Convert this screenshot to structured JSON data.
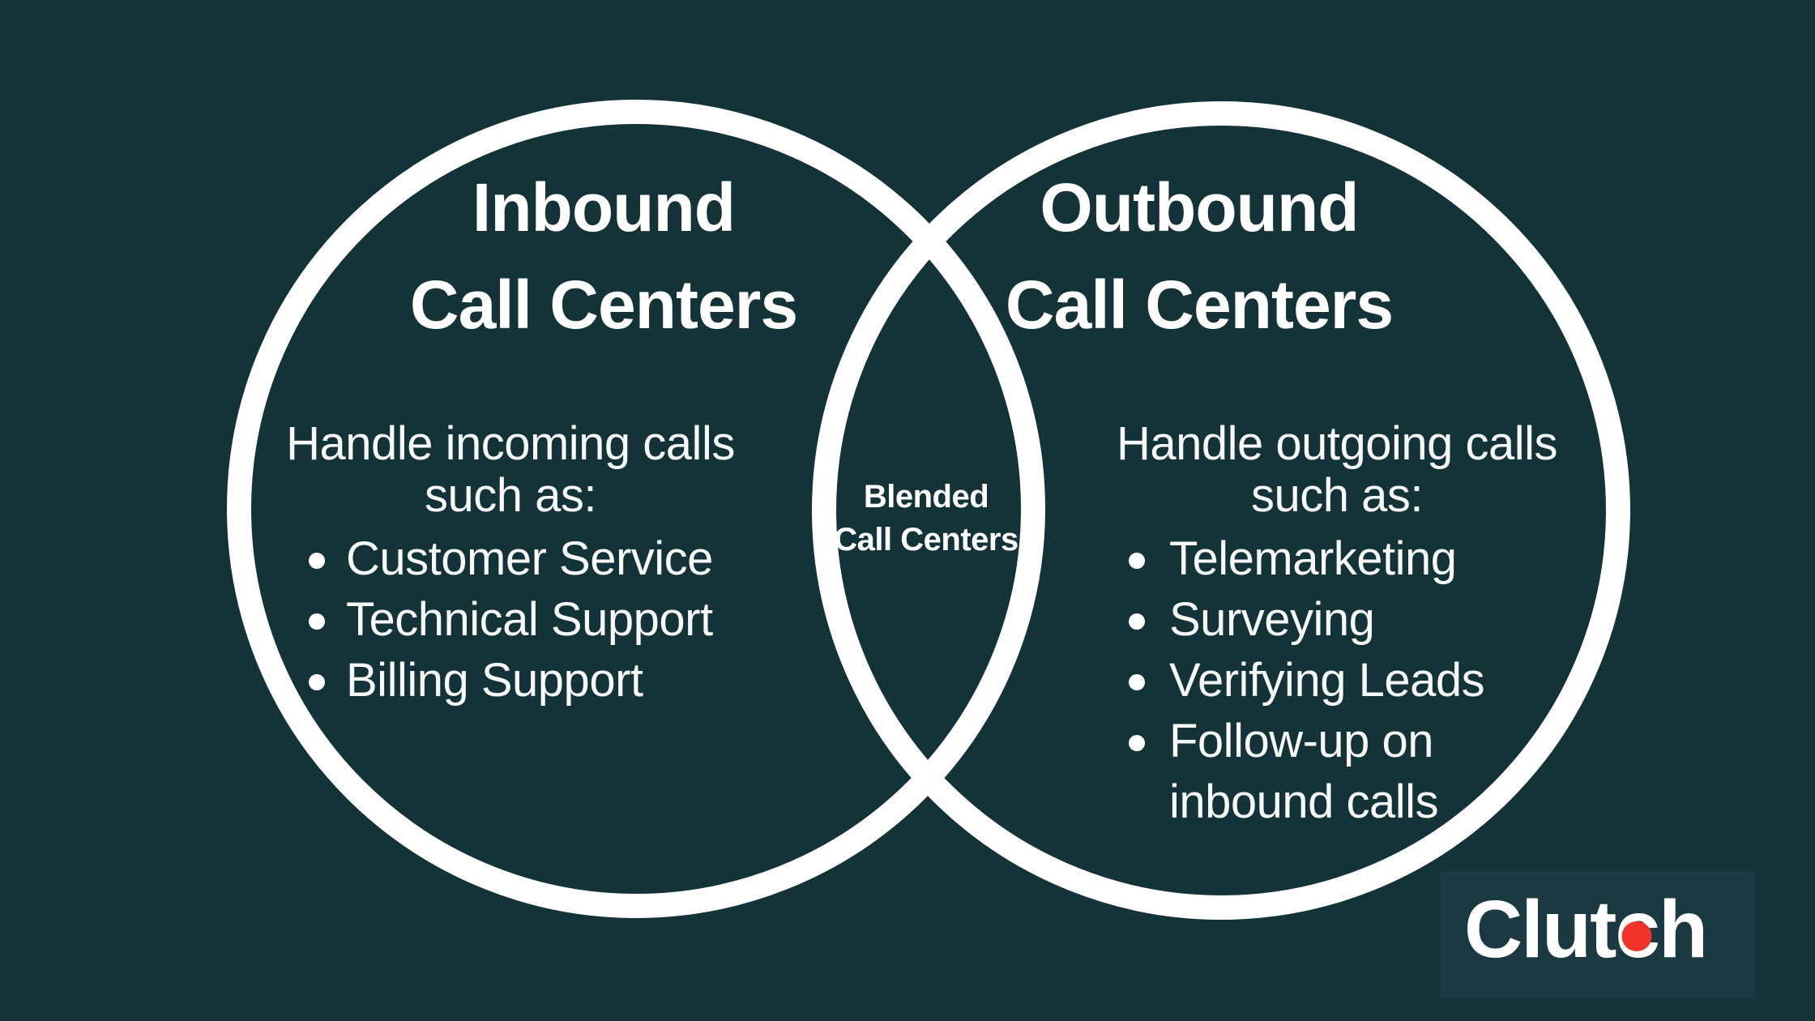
{
  "colors": {
    "background": "#143339",
    "circle_stroke": "#ffffff",
    "text_primary": "#ffffff",
    "text_body": "#f7f8f8",
    "logo_panel": "#1b3941",
    "logo_dot_red": "#f1342a"
  },
  "venn": {
    "left": {
      "title_line1": "Inbound",
      "title_line2": "Call Centers",
      "intro_line1": "Handle incoming calls",
      "intro_line2": "such as:",
      "bullets": [
        "Customer Service",
        "Technical Support",
        "Billing Support"
      ]
    },
    "right": {
      "title_line1": "Outbound",
      "title_line2": "Call Centers",
      "intro_line1": "Handle outgoing calls",
      "intro_line2": "such as:",
      "bullets": [
        "Telemarketing",
        "Surveying",
        "Verifying Leads",
        "Follow-up on inbound calls"
      ]
    },
    "overlap": {
      "label_line1": "Blended",
      "label_line2": "Call Centers"
    }
  },
  "logo": {
    "part1": "Clut",
    "part2": "c",
    "part3": "h"
  }
}
